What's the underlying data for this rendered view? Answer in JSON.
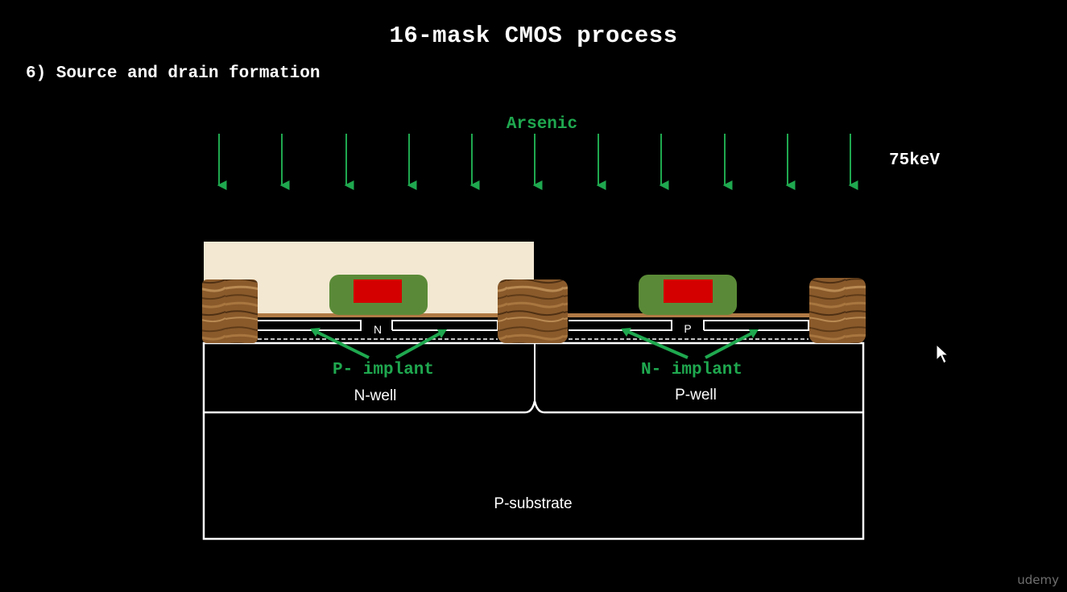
{
  "slide": {
    "title": "16-mask CMOS process",
    "subtitle": "6) Source and drain formation",
    "watermark": "udemy"
  },
  "diagram": {
    "implant_species": "Arsenic",
    "implant_energy": "75keV",
    "arrow_count": 11,
    "labels": {
      "n_region": "N",
      "p_region": "P",
      "p_implant": "P- implant",
      "n_implant": "N- implant",
      "n_well": "N-well",
      "p_well": "P-well",
      "p_substrate": "P-substrate"
    },
    "colors": {
      "background": "#000000",
      "arrow": "#1fa84f",
      "label_green": "#1fa84f",
      "gate_poly": "#d40000",
      "spacer": "#5a8a37",
      "oxide": "#b07a45",
      "photoresist": "#f6ecd9",
      "outline": "#ffffff"
    },
    "icons": [
      "mouse-cursor-icon"
    ]
  }
}
